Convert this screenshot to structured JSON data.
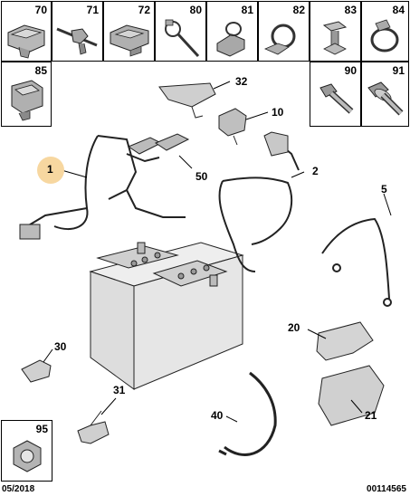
{
  "grid_top": [
    {
      "num": "70",
      "icon": "retainer-clip-70-icon"
    },
    {
      "num": "71",
      "icon": "harness-clip-71-icon"
    },
    {
      "num": "72",
      "icon": "retainer-clip-72-icon"
    },
    {
      "num": "80",
      "icon": "cable-tie-icon"
    },
    {
      "num": "81",
      "icon": "cable-clip-81-icon"
    },
    {
      "num": "82",
      "icon": "cable-clamp-82-icon"
    },
    {
      "num": "83",
      "icon": "push-clip-83-icon"
    },
    {
      "num": "84",
      "icon": "hose-clamp-84-icon"
    }
  ],
  "grid_side": [
    {
      "num": "85",
      "icon": "connector-clip-85-icon"
    },
    {
      "num": "90",
      "icon": "bolt-90-icon"
    },
    {
      "num": "91",
      "icon": "flange-bolt-91-icon"
    },
    {
      "num": "95",
      "icon": "nut-95-icon"
    }
  ],
  "callouts": {
    "c1": "1",
    "c2": "2",
    "c5": "5",
    "c10": "10",
    "c20": "20",
    "c21": "21",
    "c30": "30",
    "c31": "31",
    "c32": "32",
    "c40": "40",
    "c50": "50"
  },
  "footer": {
    "date": "05/2018",
    "ref": "00114565"
  }
}
